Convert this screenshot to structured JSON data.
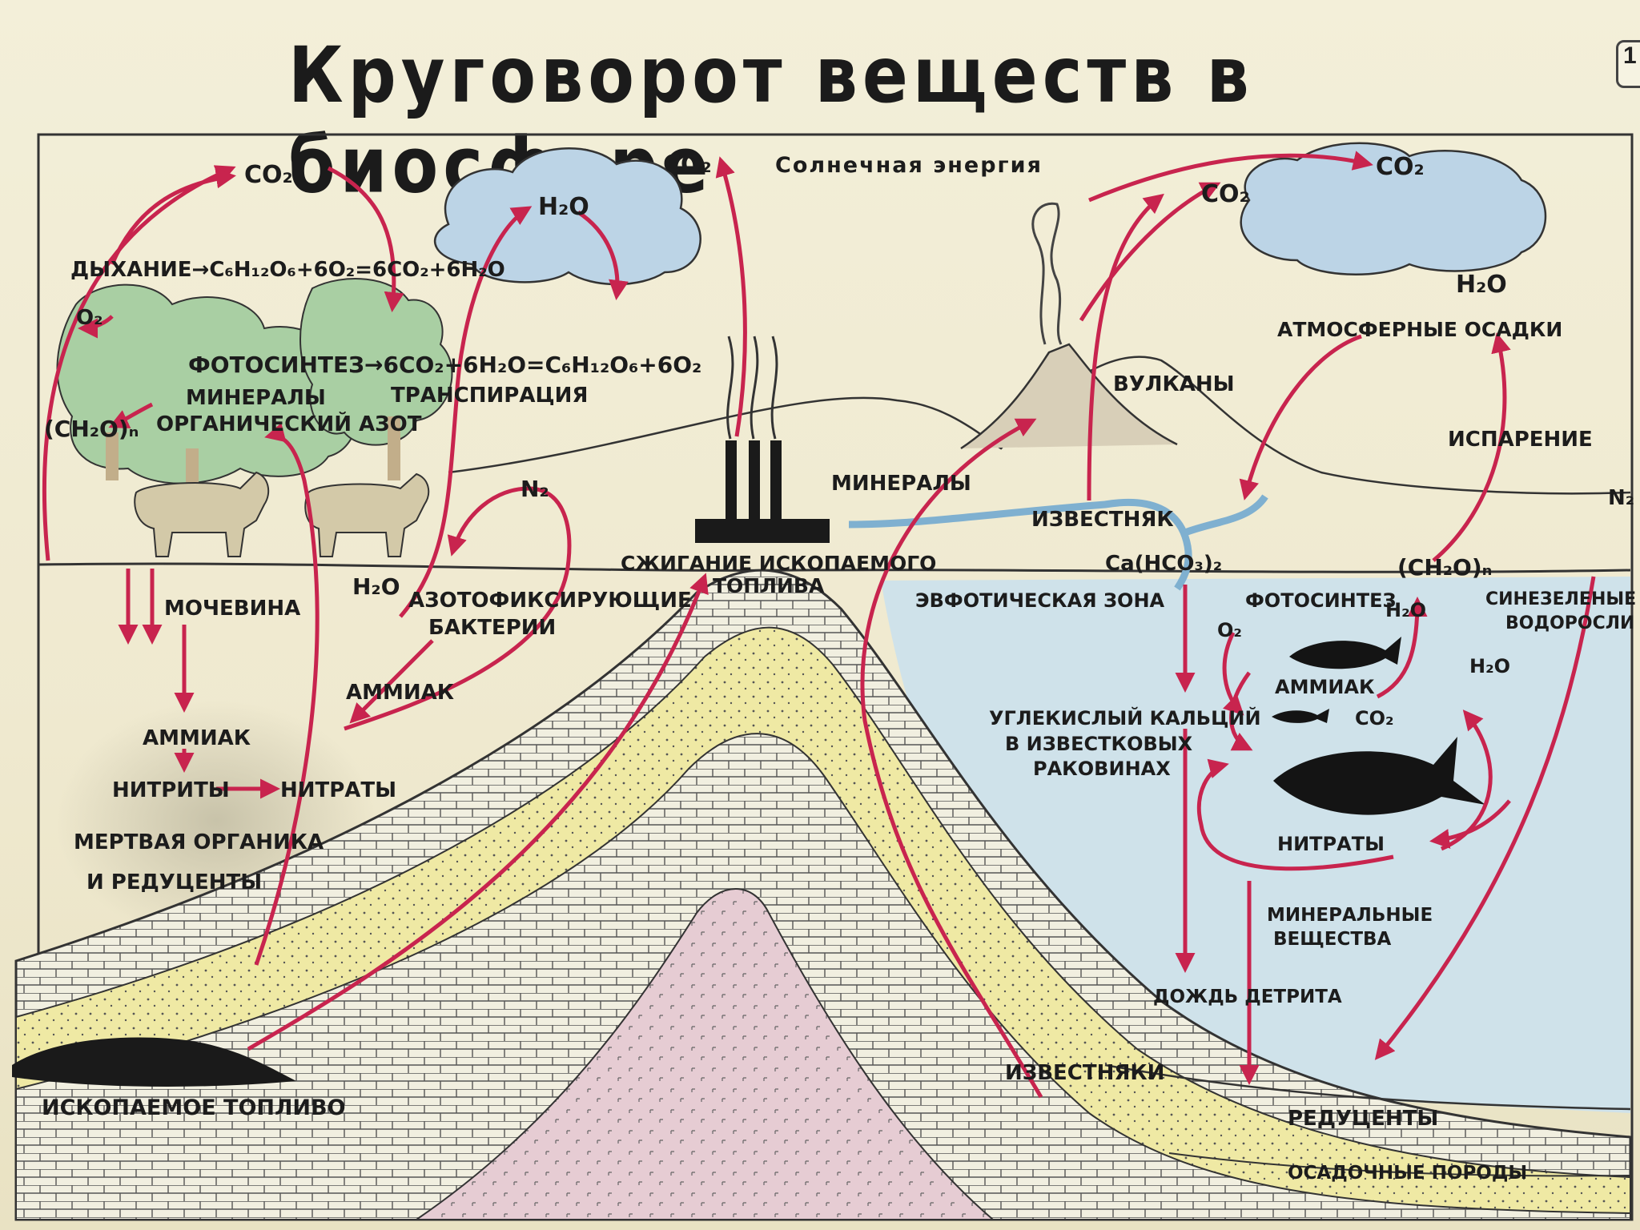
{
  "title": "Круговорот веществ в биосфере",
  "corner_tag": "1",
  "labels": {
    "co2_left": "CO₂",
    "co2_cloud": "CO₂",
    "co2_volcano": "CO₂",
    "co2_right": "CO₂",
    "h2o_cloud": "H₂O",
    "h2o_right": "H₂O",
    "solar_energy": "Солнечная энергия",
    "respiration": "ДЫХАНИЕ→C₆H₁₂O₆+6O₂=6CO₂+6H₂O",
    "o2_left": "O₂",
    "photosynthesis_eq": "ФОТОСИНТЕЗ→6CO₂+6H₂O=C₆H₁₂O₆+6O₂",
    "minerals_org": "МИНЕРАЛЫ",
    "organic_nitrogen": "ОРГАНИЧЕСКИЙ АЗОТ",
    "transpiration": "ТРАНСПИРАЦИЯ",
    "ch2on_left": "(CH₂O)ₙ",
    "n2_mid": "N₂",
    "h2o_ground": "H₂O",
    "urea": "МОЧЕВИНА",
    "nitrogen_fix_1": "АЗОТОФИКСИРУЮЩИЕ",
    "nitrogen_fix_2": "БАКТЕРИИ",
    "ammonia_mid": "АММИАК",
    "ammonia_left": "АММИАК",
    "nitrites": "НИТРИТЫ",
    "nitrates_left": "НИТРАТЫ",
    "dead_organics_1": "МЕРТВАЯ ОРГАНИКА",
    "dead_organics_2": "И РЕДУЦЕНТЫ",
    "fossil_fuel": "ИСКОПАЕМОЕ ТОПЛИВО",
    "burning_1": "СЖИГАНИЕ ИСКОПАЕМОГО",
    "burning_2": "ТОПЛИВА",
    "minerals_mid": "МИНЕРАЛЫ",
    "volcanoes": "ВУЛКАНЫ",
    "limestone": "ИЗВЕСТНЯК",
    "ca_hco3": "Ca(HCO₃)₂",
    "euphotic": "ЭВФОТИЧЕСКАЯ ЗОНА",
    "atm_precip": "АТМОСФЕРНЫЕ ОСАДКИ",
    "evaporation": "ИСПАРЕНИЕ",
    "n2_right": "N₂",
    "ch2on_right": "(CH₂O)ₙ",
    "photosynthesis_sea": "ФОТОСИНТЕЗ",
    "o2_sea": "O₂",
    "h2o_sea_1": "H₂O",
    "h2o_sea_2": "H₂O",
    "bluegreen_1": "СИНЕЗЕЛЕНЫЕ",
    "bluegreen_2": "ВОДОРОСЛИ",
    "ammonia_sea": "АММИАК",
    "co2_sea": "CO₂",
    "calcium_carb_1": "УГЛЕКИСЛЫЙ КАЛЬЦИЙ",
    "calcium_carb_2": "В ИЗВЕСТКОВЫХ",
    "calcium_carb_3": "РАКОВИНАХ",
    "nitrates_sea": "НИТРАТЫ",
    "mineral_sub_1": "МИНЕРАЛЬНЫЕ",
    "mineral_sub_2": "ВЕЩЕСТВА",
    "detritus_rain": "ДОЖДЬ ДЕТРИТА",
    "limestones": "ИЗВЕСТНЯКИ",
    "decomposers": "РЕДУЦЕНТЫ",
    "sediments": "ОСАДОЧНЫЕ ПОРОДЫ"
  },
  "colors": {
    "arrow": "#c8244e",
    "sky_cloud": "#bcd4e6",
    "sea": "#cfe2ea",
    "tree": "#a9cfa3",
    "rock_yellow": "#ece9a0",
    "rock_pink": "#e6c9d0",
    "fuel": "#1a1a1a"
  }
}
